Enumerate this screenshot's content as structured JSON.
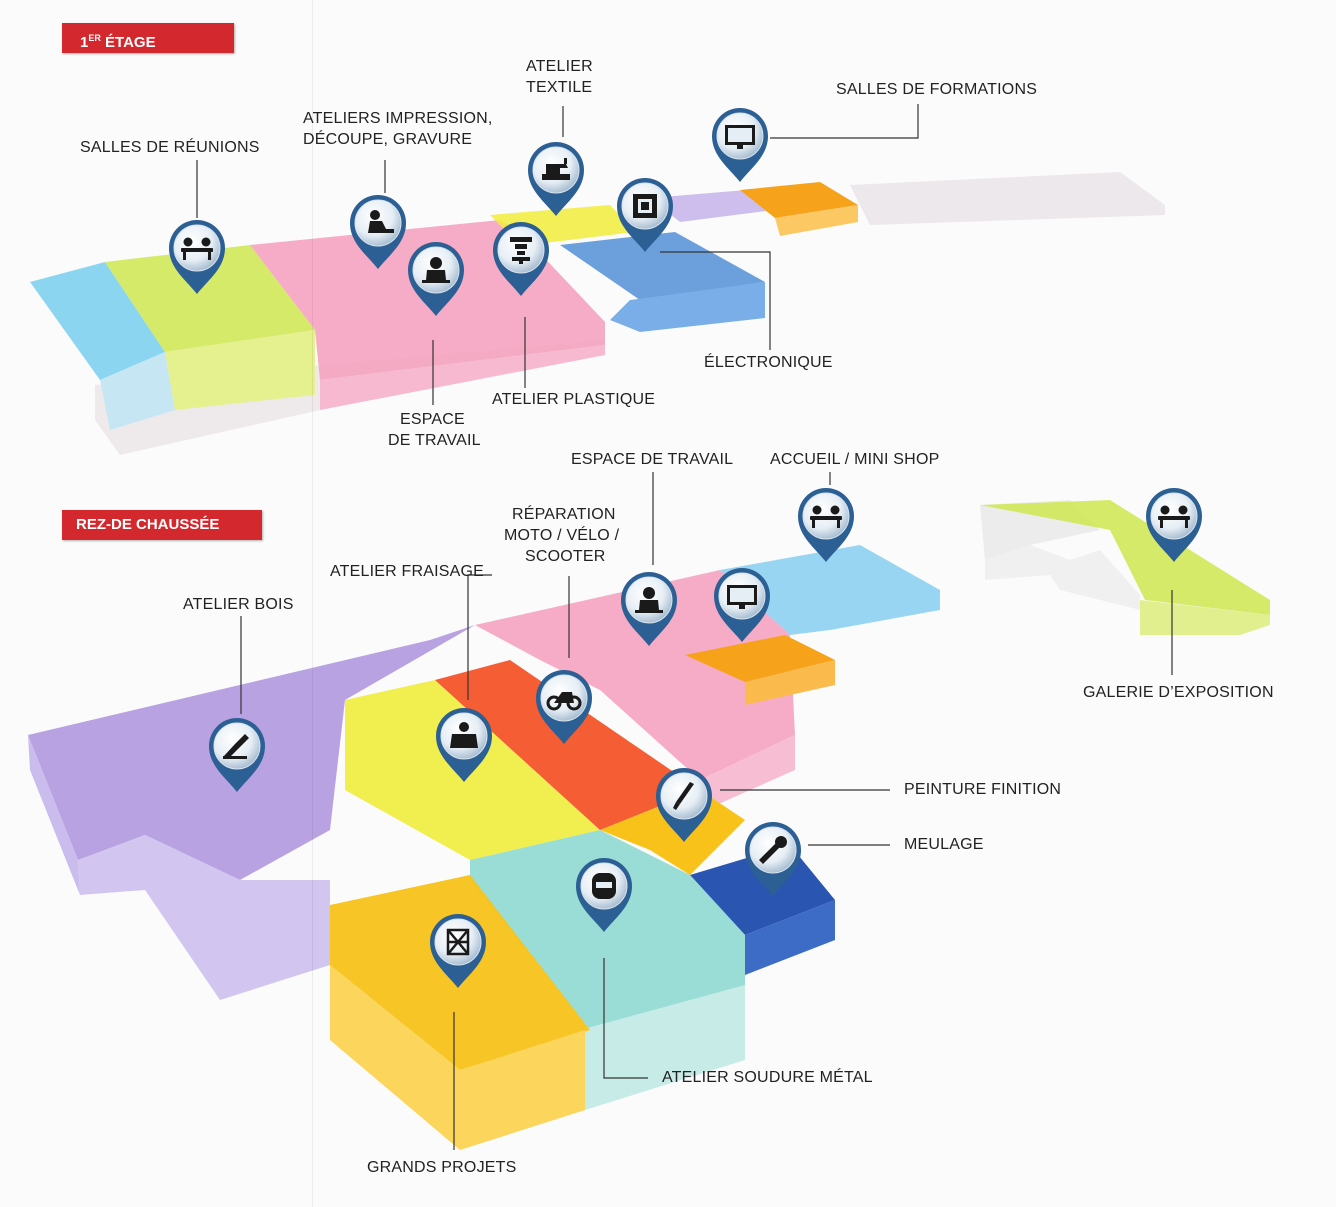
{
  "floors": {
    "first": {
      "title": "1ER ÉTAGE",
      "title_main": "ÉTAGE",
      "title_sup": "ER",
      "title_num": "1",
      "labels": {
        "salles_reunions": "SALLES DE RÉUNIONS",
        "ateliers_impression_1": "ATELIERS IMPRESSION,",
        "ateliers_impression_2": "DÉCOUPE, GRAVURE",
        "atelier_textile_1": "ATELIER",
        "atelier_textile_2": "TEXTILE",
        "salles_formations": "SALLES DE FORMATIONS",
        "electronique": "ÉLECTRONIQUE",
        "atelier_plastique": "ATELIER PLASTIQUE",
        "espace_travail_1": "ESPACE",
        "espace_travail_2": "DE TRAVAIL"
      }
    },
    "ground": {
      "title": "REZ-DE CHAUSSÉE",
      "labels": {
        "espace_travail": "ESPACE DE TRAVAIL",
        "accueil": "ACCUEIL / MINI SHOP",
        "reparation_1": "RÉPARATION",
        "reparation_2": "MOTO / VÉLO /",
        "reparation_3": "SCOOTER",
        "atelier_fraisage": "ATELIER FRAISAGE",
        "atelier_bois": "ATELIER BOIS",
        "galerie": "GALERIE D’EXPOSITION",
        "peinture": "PEINTURE FINITION",
        "meulage": "MEULAGE",
        "soudure": "ATELIER SOUDURE MÉTAL",
        "grands_projets": "GRANDS PROJETS"
      }
    }
  },
  "colors": {
    "badge": "#d3282e",
    "cyan": "#7fd0f0",
    "lime": "#d2e85a",
    "pink": "#f5a3c0",
    "yellow": "#f0ec3c",
    "blue": "#3f78c8",
    "purple": "#b29ae0",
    "orange": "#f7a21b",
    "red_orange": "#f4542a",
    "teal": "#8fd9d3",
    "gold": "#f8c21a",
    "navy": "#2a55b0",
    "pin": "#2c5f93"
  },
  "pins": [
    {
      "name": "pin-salles-reunions",
      "icon": "people-meeting-icon"
    },
    {
      "name": "pin-ateliers-impression",
      "icon": "person-workbench-icon"
    },
    {
      "name": "pin-espace-travail-1er",
      "icon": "person-desk-icon"
    },
    {
      "name": "pin-atelier-plastique",
      "icon": "3d-printer-icon"
    },
    {
      "name": "pin-atelier-textile",
      "icon": "sewing-machine-icon"
    },
    {
      "name": "pin-electronique",
      "icon": "microchip-icon"
    },
    {
      "name": "pin-salles-formations",
      "icon": "monitor-icon"
    },
    {
      "name": "pin-accueil",
      "icon": "people-meeting-icon"
    },
    {
      "name": "pin-espace-travail-rdc",
      "icon": "person-desk-icon"
    },
    {
      "name": "pin-salle-monitor-rdc",
      "icon": "monitor-icon"
    },
    {
      "name": "pin-galerie",
      "icon": "people-meeting-icon"
    },
    {
      "name": "pin-reparation",
      "icon": "motorcycle-icon"
    },
    {
      "name": "pin-atelier-fraisage",
      "icon": "milling-machine-icon"
    },
    {
      "name": "pin-atelier-bois",
      "icon": "wood-plane-icon"
    },
    {
      "name": "pin-peinture",
      "icon": "paint-brush-icon"
    },
    {
      "name": "pin-meulage",
      "icon": "grinder-icon"
    },
    {
      "name": "pin-soudure",
      "icon": "welding-mask-icon"
    },
    {
      "name": "pin-grands-projets",
      "icon": "scaffold-icon"
    }
  ]
}
